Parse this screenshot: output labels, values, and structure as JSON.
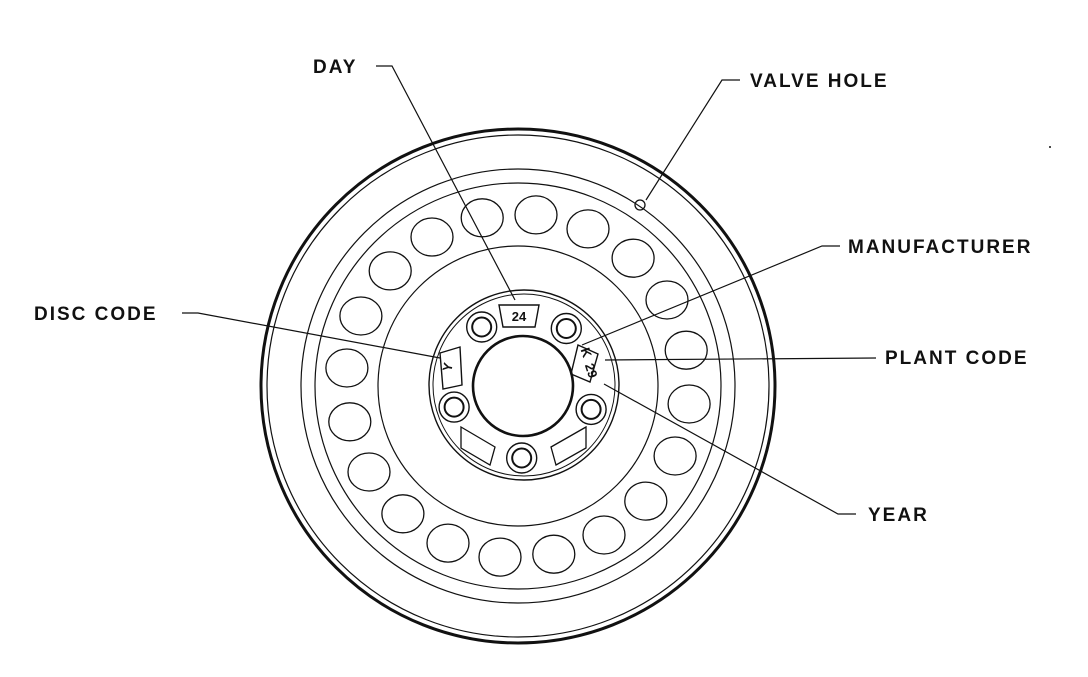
{
  "labels": {
    "day": "DAY",
    "valve_hole": "VALVE HOLE",
    "manufacturer": "MANUFACTURER",
    "disc_code": "DISC CODE",
    "plant_code": "PLANT CODE",
    "year": "YEAR"
  },
  "stamps": {
    "day_value": "24",
    "disc_value": "Y",
    "plant_value": "K",
    "year_value": "29"
  },
  "colors": {
    "ink": "#111111",
    "background": "#ffffff"
  },
  "features": {
    "outer_holes": 20,
    "lug_holes": 5
  }
}
